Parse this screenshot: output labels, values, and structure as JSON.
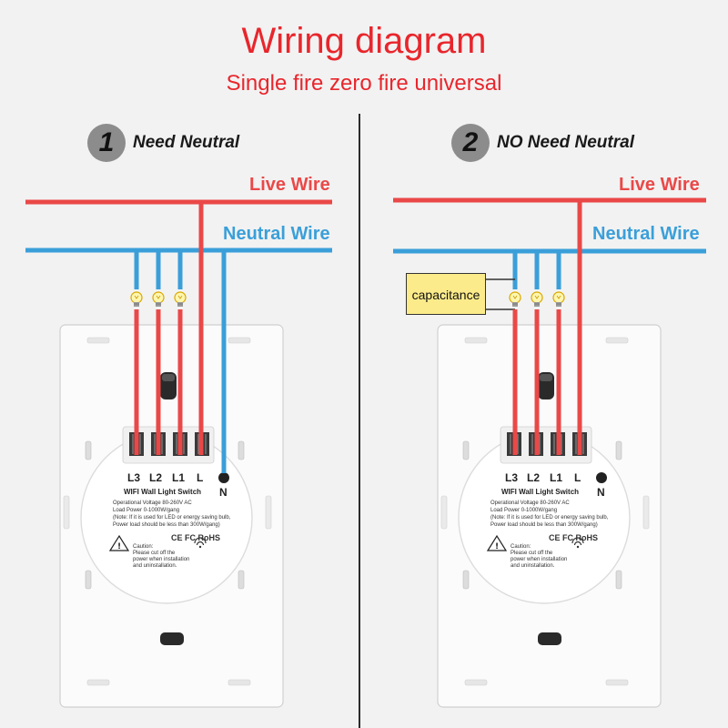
{
  "title": "Wiring diagram",
  "subtitle": "Single fire zero fire universal",
  "left": {
    "number": "1",
    "caption": "Need Neutral",
    "live_label": "Live Wire",
    "neutral_label": "Neutral Wire"
  },
  "right": {
    "number": "2",
    "caption": "NO Need Neutral",
    "live_label": "Live Wire",
    "neutral_label": "Neutral Wire",
    "capacitor_label": "capacitance"
  },
  "terminals": [
    "L3",
    "L2",
    "L1",
    "L",
    "N"
  ],
  "module": {
    "name": "WIFI Wall Light Switch",
    "voltage": "Operational Voltage 80-260V AC",
    "load": "Load Power 0-1000W/gang",
    "note1": "(Note: If it is used for LED or energy saving bulb,",
    "note2": "Power load should be less than 300W/gang)",
    "caution_title": "Caution:",
    "caution1": "Please cut off the",
    "caution2": "power when installation",
    "caution3": "and uninstallation.",
    "marks": "CE FC RoHS"
  },
  "colors": {
    "live": "#ea4848",
    "neutral": "#3a9fd9",
    "title": "#e8262c",
    "capacitor": "#fbeb8a"
  },
  "icons": [
    "bulb-icon",
    "warning-icon",
    "wifi-icon"
  ]
}
